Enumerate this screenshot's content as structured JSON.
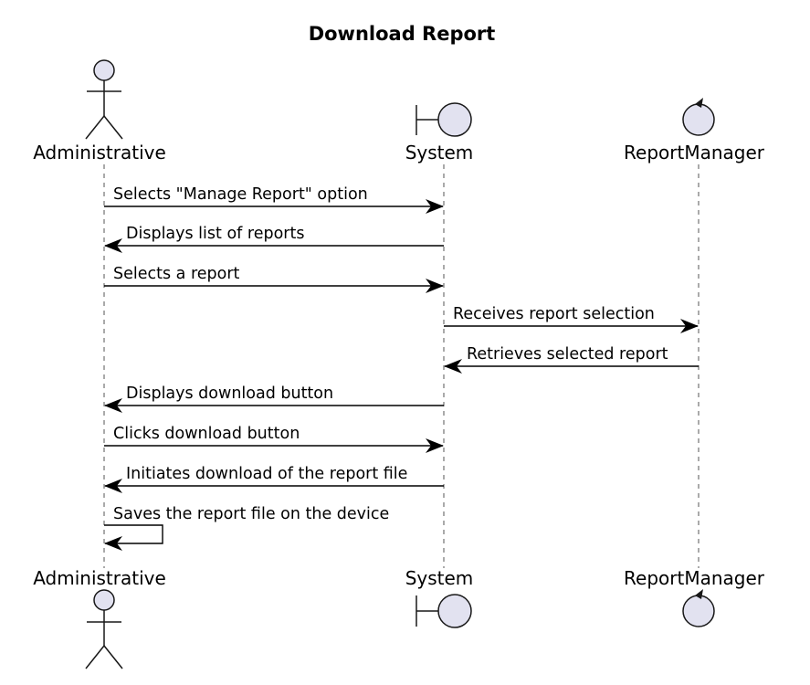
{
  "diagram": {
    "title": "Download Report",
    "participants": [
      {
        "id": "admin",
        "label": "Administrative",
        "kind": "actor"
      },
      {
        "id": "system",
        "label": "System",
        "kind": "boundary"
      },
      {
        "id": "manager",
        "label": "ReportManager",
        "kind": "control"
      }
    ],
    "messages": [
      {
        "from": "admin",
        "to": "system",
        "label": "Selects \"Manage Report\" option"
      },
      {
        "from": "system",
        "to": "admin",
        "label": "Displays list of reports"
      },
      {
        "from": "admin",
        "to": "system",
        "label": "Selects a report"
      },
      {
        "from": "system",
        "to": "manager",
        "label": "Receives report selection"
      },
      {
        "from": "manager",
        "to": "system",
        "label": "Retrieves selected report"
      },
      {
        "from": "system",
        "to": "admin",
        "label": "Displays download button"
      },
      {
        "from": "admin",
        "to": "system",
        "label": "Clicks download button"
      },
      {
        "from": "system",
        "to": "admin",
        "label": "Initiates download of the report file"
      },
      {
        "from": "admin",
        "to": "admin",
        "label": "Saves the report file on the device"
      }
    ]
  },
  "colors": {
    "participant_fill": "#e2e2f0",
    "participant_stroke": "#181818",
    "lifeline": "#555555",
    "arrow": "#000000"
  }
}
